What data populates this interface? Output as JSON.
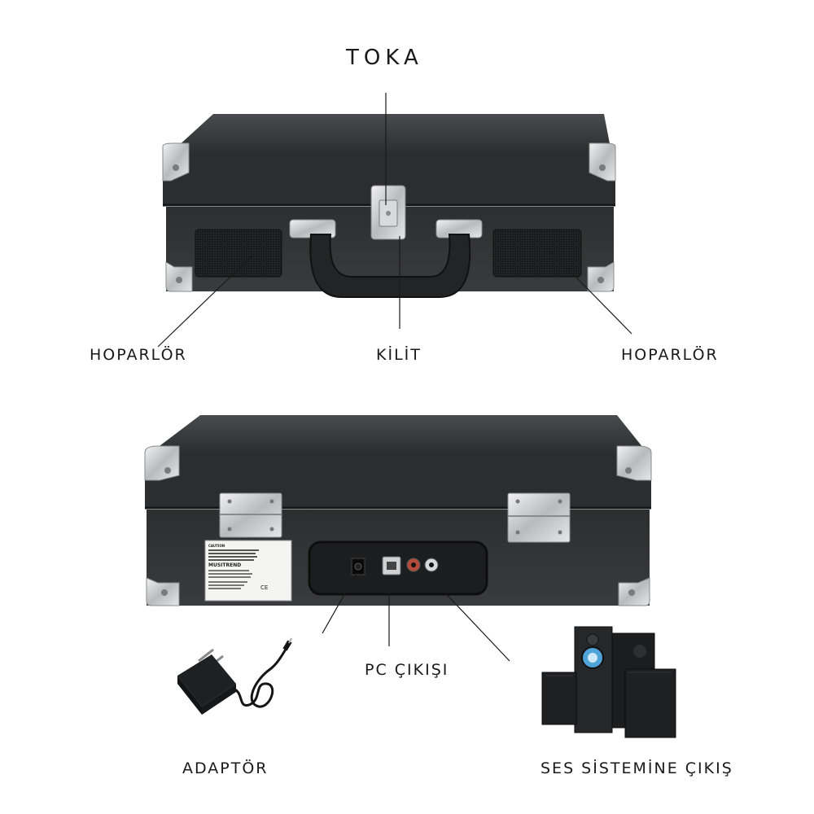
{
  "labels": {
    "toka": "TOKA",
    "hoparlor_left": "HOPARLÖR",
    "kilit": "KİLİT",
    "hoparlor_right": "HOPARLÖR",
    "pc_cikisi": "PC  ÇIKIŞI",
    "adaptor": "ADAPTÖR",
    "ses_sistemine_cikis": "SES SİSTEMİNE ÇIKIŞ"
  },
  "sticker": {
    "caution": "CAUTION",
    "brand": "MUSITREND",
    "ce": "CE"
  },
  "colors": {
    "case": "#2e2f31",
    "case_top": "#3a3b3d",
    "chrome": "#cfd0d2",
    "line": "#1a1a1a"
  }
}
